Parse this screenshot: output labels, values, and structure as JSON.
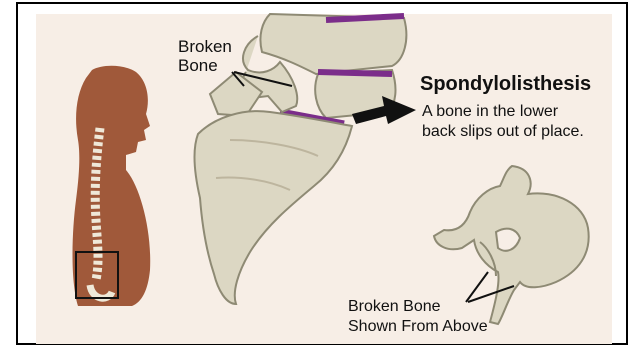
{
  "labels": {
    "broken_bone_top": [
      "Broken",
      "Bone"
    ],
    "title": "Spondylolisthesis",
    "description": [
      "A bone in the lower",
      "back slips out of place."
    ],
    "broken_bone_above": [
      "Broken Bone",
      "Shown From Above"
    ]
  },
  "colors": {
    "background": "#f7eee6",
    "body_silhouette": "#a0593a",
    "bone_fill": "#dcd7c3",
    "bone_outline": "#8e8a74",
    "disc": "#7b2d8a",
    "arrow": "#111111"
  },
  "icons": {
    "arrow": "right-arrow",
    "highlight_box": "square-outline"
  }
}
